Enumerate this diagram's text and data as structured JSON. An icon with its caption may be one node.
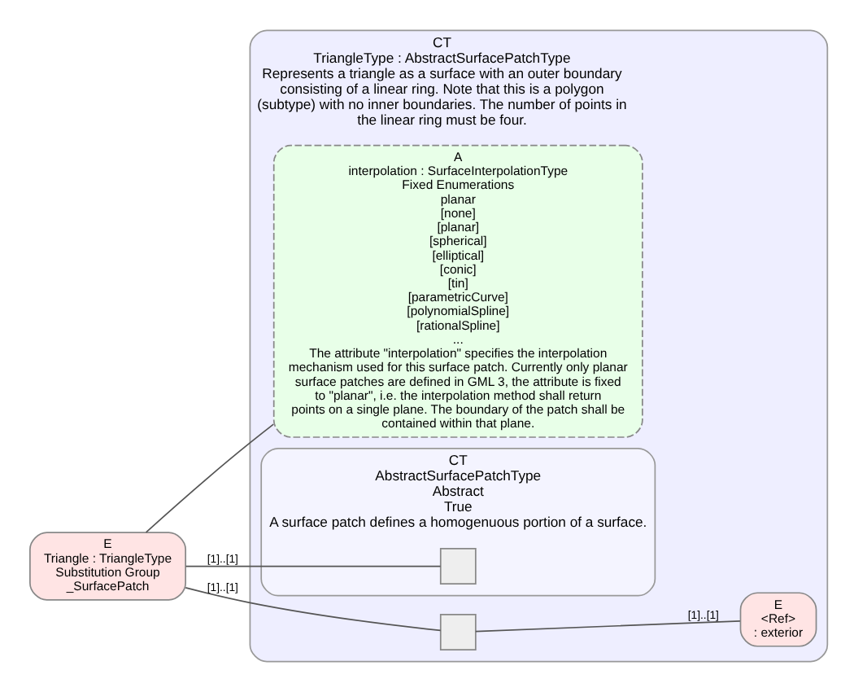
{
  "diagram": {
    "nodes": [
      {
        "text": [
          "E",
          "Triangle : TriangleType",
          "Substitution Group",
          "_SurfacePatch"
        ]
      },
      {
        "text": [
          "CT",
          "TriangleType : AbstractSurfacePatchType",
          "Represents a triangle as a surface with an outer boundary consisting of a linear ring. Note that this is a polygon (subtype) with no inner boundaries. The number of points in the linear ring must be four."
        ]
      },
      {
        "text": [
          "A",
          "interpolation : SurfaceInterpolationType",
          "Fixed Enumerations",
          "planar",
          "[none]",
          "[planar]",
          "[spherical]",
          "[elliptical]",
          "[conic]",
          "[tin]",
          "[parametricCurve]",
          "[polynomialSpline]",
          "[rationalSpline]",
          "...",
          "The attribute \"interpolation\" specifies the interpolation mechanism used for this surface patch. Currently only planar surface patches are defined in GML 3, the attribute is fixed to \"planar\", i.e. the interpolation method shall return points on a single plane. The boundary of the patch shall be contained within that plane."
        ],
        "in": 1
      },
      {
        "text": [
          "CT",
          "AbstractSurfacePatchType",
          "Abstract",
          "True",
          "A surface patch defines a homogenuous portion of a surface."
        ],
        "in": 1
      },
      {
        "text": [],
        "shape": "box",
        "in": 3
      },
      {
        "text": [],
        "shape": "box",
        "in": 1
      },
      {
        "text": [
          "E",
          "<Ref>",
          ": exterior"
        ],
        "in": 1
      }
    ],
    "edges": [
      {
        "from": 0,
        "to": 2,
        "arrow": "none"
      },
      {
        "from": 0,
        "to": 4,
        "arrow": "none",
        "label": "[1]..[1]"
      },
      {
        "from": 0,
        "to": 5,
        "arrow": "none",
        "label": "[1]..[1]"
      },
      {
        "from": 5,
        "to": 6,
        "arrow": "none",
        "label": "[1]..[1]"
      }
    ]
  }
}
